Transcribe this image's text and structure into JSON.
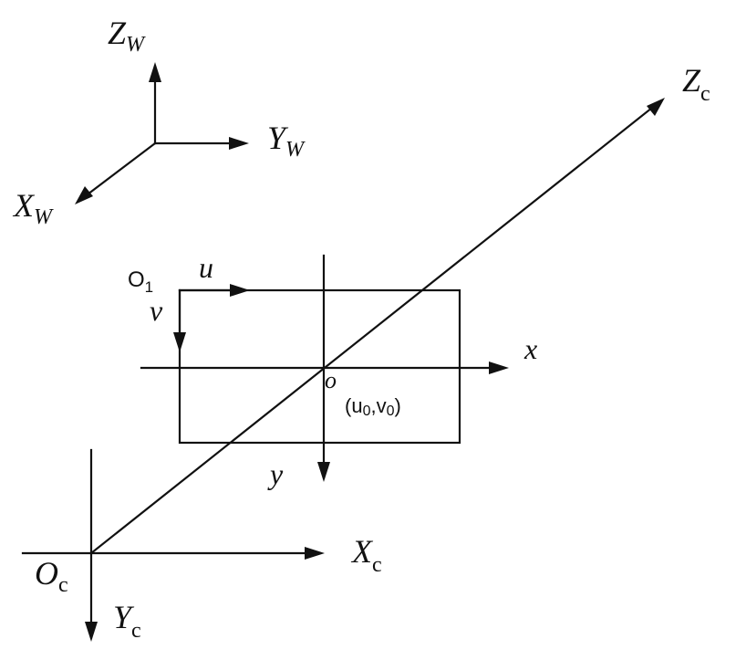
{
  "world_frame": {
    "z": "Z",
    "y": "Y",
    "x": "X",
    "sub": "W"
  },
  "camera_frame": {
    "origin": "O",
    "x": "X",
    "y": "Y",
    "z": "Z",
    "sub": "c"
  },
  "image_plane": {
    "pixel_origin": "O",
    "pixel_origin_sub": "1",
    "u": "u",
    "v": "v",
    "x": "x",
    "y": "y",
    "principal_point": "o",
    "principal_coord_open": "(u",
    "principal_coord_sub1": "0",
    "principal_coord_mid": ",v",
    "principal_coord_sub2": "0",
    "principal_coord_close": ")"
  }
}
